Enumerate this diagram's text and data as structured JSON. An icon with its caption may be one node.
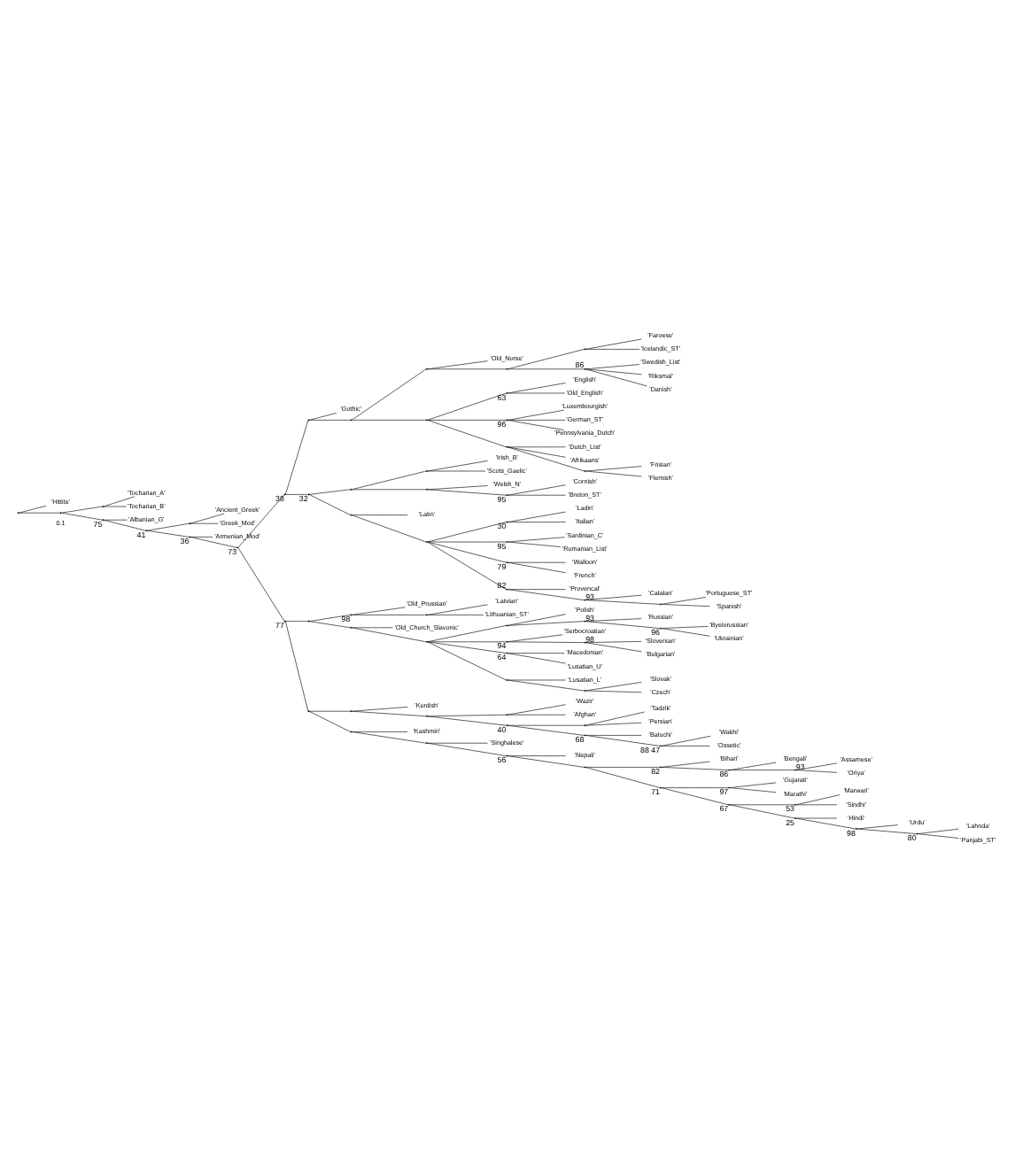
{
  "diagram": {
    "nodes": [
      {
        "text": [],
        "shape": "point"
      },
      {
        "text": [
          "'Hittite'"
        ]
      },
      {
        "text": [],
        "shape": "point"
      },
      {
        "text": [],
        "shape": "point"
      },
      {
        "text": [
          "'Tocharian_A'"
        ]
      },
      {
        "text": [
          "'Tocharian_B'"
        ]
      },
      {
        "text": [],
        "shape": "point",
        "beside": [
          "75"
        ]
      },
      {
        "text": [
          "'Albanian_G'"
        ]
      },
      {
        "text": [],
        "shape": "point",
        "beside": [
          "41"
        ]
      },
      {
        "text": [],
        "shape": "point"
      },
      {
        "text": [
          "'Ancient_Greek'"
        ]
      },
      {
        "text": [
          "'Greek_Mod'"
        ]
      },
      {
        "text": [],
        "shape": "point",
        "beside": [
          "36"
        ]
      },
      {
        "text": [
          "'Armenian_Mod'"
        ]
      },
      {
        "text": [],
        "shape": "point",
        "beside": [
          "73"
        ]
      },
      {
        "text": [],
        "shape": "point",
        "beside": [
          "38"
        ]
      },
      {
        "text": [],
        "shape": "point"
      },
      {
        "text": [
          "'Gothic'"
        ]
      },
      {
        "text": [],
        "shape": "point"
      },
      {
        "text": [],
        "shape": "point"
      },
      {
        "text": [
          "'Old_Norse'"
        ]
      },
      {
        "text": [],
        "shape": "point"
      },
      {
        "text": [],
        "shape": "point"
      },
      {
        "text": [
          "'Faroese'"
        ]
      },
      {
        "text": [
          "'Icelandic_ST'"
        ]
      },
      {
        "text": [],
        "shape": "point",
        "beside": [
          "86"
        ]
      },
      {
        "text": [
          "'Swedish_List'"
        ]
      },
      {
        "text": [
          "'Riksmal'"
        ]
      },
      {
        "text": [
          "'Danish'"
        ]
      },
      {
        "text": [],
        "shape": "point"
      },
      {
        "text": [],
        "shape": "point",
        "beside": [
          "63"
        ]
      },
      {
        "text": [
          "'English'"
        ]
      },
      {
        "text": [
          "'Old_English'"
        ]
      },
      {
        "text": [],
        "shape": "point",
        "beside": [
          "96"
        ]
      },
      {
        "text": [
          "'Luxembourgish'"
        ]
      },
      {
        "text": [
          "'German_ST'"
        ]
      },
      {
        "text": [
          "'Pennsylvania_Dutch'"
        ]
      },
      {
        "text": [],
        "shape": "point"
      },
      {
        "text": [
          "'Dutch_List'"
        ]
      },
      {
        "text": [
          "'Afrikaans'"
        ]
      },
      {
        "text": [],
        "shape": "point"
      },
      {
        "text": [
          "'Frisian'"
        ]
      },
      {
        "text": [
          "'Flemish'"
        ]
      },
      {
        "text": [],
        "shape": "point",
        "beside": [
          "32"
        ]
      },
      {
        "text": [],
        "shape": "point"
      },
      {
        "text": [],
        "shape": "point"
      },
      {
        "text": [
          "'Irish_B'"
        ]
      },
      {
        "text": [
          "'Scots_Gaelic'"
        ]
      },
      {
        "text": [],
        "shape": "point"
      },
      {
        "text": [
          "'Welsh_N'"
        ]
      },
      {
        "text": [],
        "shape": "point",
        "beside": [
          "95"
        ]
      },
      {
        "text": [
          "'Cornish'"
        ]
      },
      {
        "text": [
          "'Breton_ST'"
        ]
      },
      {
        "text": [],
        "shape": "point"
      },
      {
        "text": [
          "'Latin'"
        ]
      },
      {
        "text": [],
        "shape": "point"
      },
      {
        "text": [],
        "shape": "point",
        "beside": [
          "30"
        ]
      },
      {
        "text": [
          "'Ladin'"
        ]
      },
      {
        "text": [
          "'Italian'"
        ]
      },
      {
        "text": [],
        "shape": "point",
        "beside": [
          "95"
        ]
      },
      {
        "text": [
          "'Sardinian_C'"
        ]
      },
      {
        "text": [
          "'Rumanian_List'"
        ]
      },
      {
        "text": [],
        "shape": "point",
        "beside": [
          "79"
        ]
      },
      {
        "text": [
          "'Walloon'"
        ]
      },
      {
        "text": [
          "'French'"
        ]
      },
      {
        "text": [],
        "shape": "point",
        "beside": [
          "82"
        ]
      },
      {
        "text": [
          "'Provencal'"
        ]
      },
      {
        "text": [],
        "shape": "point",
        "beside": [
          "93"
        ]
      },
      {
        "text": [
          "'Catalan'"
        ]
      },
      {
        "text": [],
        "shape": "point"
      },
      {
        "text": [
          "'Portuguese_ST'"
        ]
      },
      {
        "text": [
          "'Spanish'"
        ]
      },
      {
        "text": [],
        "shape": "point",
        "beside": [
          "77"
        ]
      },
      {
        "text": [],
        "shape": "point"
      },
      {
        "text": [],
        "shape": "point",
        "beside": [
          "98"
        ]
      },
      {
        "text": [
          "'Old_Prussian'"
        ]
      },
      {
        "text": [],
        "shape": "point"
      },
      {
        "text": [
          "'Latvian'"
        ]
      },
      {
        "text": [
          "'Lithuanian_ST'"
        ]
      },
      {
        "text": [],
        "shape": "point"
      },
      {
        "text": [
          "'Old_Church_Slavonic'"
        ]
      },
      {
        "text": [],
        "shape": "point"
      },
      {
        "text": [],
        "shape": "point"
      },
      {
        "text": [
          "'Polish'"
        ]
      },
      {
        "text": [],
        "shape": "point",
        "beside": [
          "93"
        ]
      },
      {
        "text": [
          "'Russian'"
        ]
      },
      {
        "text": [],
        "shape": "point",
        "beside": [
          "96"
        ]
      },
      {
        "text": [
          "'Byelorussian'"
        ]
      },
      {
        "text": [
          "'Ukrainian'"
        ]
      },
      {
        "text": [],
        "shape": "point",
        "beside": [
          "94"
        ]
      },
      {
        "text": [
          "'Serbocroatian'"
        ]
      },
      {
        "text": [],
        "shape": "point",
        "beside": [
          "98"
        ]
      },
      {
        "text": [
          "'Slovenian'"
        ]
      },
      {
        "text": [
          "'Bulgarian'"
        ]
      },
      {
        "text": [],
        "shape": "point",
        "beside": [
          "64"
        ]
      },
      {
        "text": [
          "'Macedonian'"
        ]
      },
      {
        "text": [
          "'Lusatian_U'"
        ]
      },
      {
        "text": [],
        "shape": "point"
      },
      {
        "text": [
          "'Lusatian_L'"
        ]
      },
      {
        "text": [],
        "shape": "point"
      },
      {
        "text": [
          "'Slovak'"
        ]
      },
      {
        "text": [
          "'Czech'"
        ]
      },
      {
        "text": [],
        "shape": "point"
      },
      {
        "text": [],
        "shape": "point"
      },
      {
        "text": [
          "'Kurdish'"
        ]
      },
      {
        "text": [],
        "shape": "point"
      },
      {
        "text": [],
        "shape": "point"
      },
      {
        "text": [
          "'Wazir'"
        ]
      },
      {
        "text": [
          "'Afghan'"
        ]
      },
      {
        "text": [],
        "shape": "point",
        "beside": [
          "40"
        ]
      },
      {
        "text": [],
        "shape": "point"
      },
      {
        "text": [
          "'Tadzik'"
        ]
      },
      {
        "text": [
          "'Persian'"
        ]
      },
      {
        "text": [],
        "shape": "point",
        "beside": [
          "68"
        ]
      },
      {
        "text": [
          "'Baluchi'"
        ]
      },
      {
        "text": [],
        "shape": "point",
        "beside": [
          "88",
          "47"
        ]
      },
      {
        "text": [
          "'Wakhi'"
        ]
      },
      {
        "text": [
          "'Ossetic'"
        ]
      },
      {
        "text": [],
        "shape": "point"
      },
      {
        "text": [
          "'Kashmiri'"
        ]
      },
      {
        "text": [],
        "shape": "point"
      },
      {
        "text": [
          "'Singhalese'"
        ]
      },
      {
        "text": [],
        "shape": "point",
        "beside": [
          "56"
        ]
      },
      {
        "text": [
          "'Nepali'"
        ]
      },
      {
        "text": [],
        "shape": "point"
      },
      {
        "text": [],
        "shape": "point",
        "beside": [
          "82"
        ]
      },
      {
        "text": [
          "'Bihari'"
        ]
      },
      {
        "text": [],
        "shape": "point",
        "beside": [
          "86"
        ]
      },
      {
        "text": [
          "'Bengali'"
        ]
      },
      {
        "text": [],
        "shape": "point",
        "beside": [
          "93"
        ]
      },
      {
        "text": [
          "'Assamese'"
        ]
      },
      {
        "text": [
          "'Oriya'"
        ]
      },
      {
        "text": [],
        "shape": "point",
        "beside": [
          "71"
        ]
      },
      {
        "text": [],
        "shape": "point",
        "beside": [
          "97"
        ]
      },
      {
        "text": [
          "'Gujarati'"
        ]
      },
      {
        "text": [
          "'Marathi'"
        ]
      },
      {
        "text": [],
        "shape": "point",
        "beside": [
          "67"
        ]
      },
      {
        "text": [],
        "shape": "point",
        "beside": [
          "53"
        ]
      },
      {
        "text": [
          "'Marwari'"
        ]
      },
      {
        "text": [
          "'Sindhi'"
        ]
      },
      {
        "text": [],
        "shape": "point",
        "beside": [
          "25"
        ]
      },
      {
        "text": [
          "'Hindi'"
        ]
      },
      {
        "text": [],
        "shape": "point",
        "beside": [
          "98"
        ]
      },
      {
        "text": [
          "'Urdu'"
        ]
      },
      {
        "text": [],
        "shape": "point",
        "beside": [
          "80"
        ]
      },
      {
        "text": [
          "'Lahnda'"
        ]
      },
      {
        "text": [
          "'Panjabi_ST'"
        ]
      }
    ],
    "edges": [
      {
        "from": 0,
        "to": 1,
        "arrow": "none"
      },
      {
        "from": 0,
        "to": 2,
        "arrow": "none"
      },
      {
        "from": 2,
        "to": 3,
        "arrow": "none"
      },
      {
        "from": 2,
        "to": 6,
        "arrow": "none"
      },
      {
        "from": 3,
        "to": 4,
        "arrow": "none"
      },
      {
        "from": 3,
        "to": 5,
        "arrow": "none"
      },
      {
        "from": 6,
        "to": 7,
        "arrow": "none"
      },
      {
        "from": 6,
        "to": 8,
        "arrow": "none"
      },
      {
        "from": 8,
        "to": 9,
        "arrow": "none"
      },
      {
        "from": 8,
        "to": 12,
        "arrow": "none"
      },
      {
        "from": 9,
        "to": 10,
        "arrow": "none"
      },
      {
        "from": 9,
        "to": 11,
        "arrow": "none"
      },
      {
        "from": 12,
        "to": 13,
        "arrow": "none"
      },
      {
        "from": 12,
        "to": 14,
        "arrow": "none"
      },
      {
        "from": 14,
        "to": 15,
        "arrow": "none"
      },
      {
        "from": 14,
        "to": 72,
        "arrow": "none"
      },
      {
        "from": 15,
        "to": 16,
        "arrow": "none"
      },
      {
        "from": 15,
        "to": 43,
        "arrow": "none"
      },
      {
        "from": 16,
        "to": 17,
        "arrow": "none"
      },
      {
        "from": 16,
        "to": 18,
        "arrow": "none"
      },
      {
        "from": 18,
        "to": 19,
        "arrow": "none"
      },
      {
        "from": 18,
        "to": 29,
        "arrow": "none"
      },
      {
        "from": 19,
        "to": 20,
        "arrow": "none"
      },
      {
        "from": 19,
        "to": 21,
        "arrow": "none"
      },
      {
        "from": 21,
        "to": 22,
        "arrow": "none"
      },
      {
        "from": 21,
        "to": 25,
        "arrow": "none"
      },
      {
        "from": 22,
        "to": 23,
        "arrow": "none"
      },
      {
        "from": 22,
        "to": 24,
        "arrow": "none"
      },
      {
        "from": 25,
        "to": 26,
        "arrow": "none"
      },
      {
        "from": 25,
        "to": 27,
        "arrow": "none"
      },
      {
        "from": 25,
        "to": 28,
        "arrow": "none"
      },
      {
        "from": 29,
        "to": 30,
        "arrow": "none"
      },
      {
        "from": 29,
        "to": 33,
        "arrow": "none"
      },
      {
        "from": 29,
        "to": 37,
        "arrow": "none"
      },
      {
        "from": 30,
        "to": 31,
        "arrow": "none"
      },
      {
        "from": 30,
        "to": 32,
        "arrow": "none"
      },
      {
        "from": 33,
        "to": 34,
        "arrow": "none"
      },
      {
        "from": 33,
        "to": 35,
        "arrow": "none"
      },
      {
        "from": 33,
        "to": 36,
        "arrow": "none"
      },
      {
        "from": 37,
        "to": 38,
        "arrow": "none"
      },
      {
        "from": 37,
        "to": 39,
        "arrow": "none"
      },
      {
        "from": 37,
        "to": 40,
        "arrow": "none"
      },
      {
        "from": 40,
        "to": 41,
        "arrow": "none"
      },
      {
        "from": 40,
        "to": 42,
        "arrow": "none"
      },
      {
        "from": 43,
        "to": 44,
        "arrow": "none"
      },
      {
        "from": 43,
        "to": 53,
        "arrow": "none"
      },
      {
        "from": 44,
        "to": 45,
        "arrow": "none"
      },
      {
        "from": 44,
        "to": 48,
        "arrow": "none"
      },
      {
        "from": 45,
        "to": 46,
        "arrow": "none"
      },
      {
        "from": 45,
        "to": 47,
        "arrow": "none"
      },
      {
        "from": 48,
        "to": 49,
        "arrow": "none"
      },
      {
        "from": 48,
        "to": 50,
        "arrow": "none"
      },
      {
        "from": 50,
        "to": 51,
        "arrow": "none"
      },
      {
        "from": 50,
        "to": 52,
        "arrow": "none"
      },
      {
        "from": 53,
        "to": 54,
        "arrow": "none"
      },
      {
        "from": 53,
        "to": 55,
        "arrow": "none"
      },
      {
        "from": 55,
        "to": 56,
        "arrow": "none"
      },
      {
        "from": 55,
        "to": 59,
        "arrow": "none"
      },
      {
        "from": 55,
        "to": 62,
        "arrow": "none"
      },
      {
        "from": 55,
        "to": 65,
        "arrow": "none"
      },
      {
        "from": 56,
        "to": 57,
        "arrow": "none"
      },
      {
        "from": 56,
        "to": 58,
        "arrow": "none"
      },
      {
        "from": 59,
        "to": 60,
        "arrow": "none"
      },
      {
        "from": 59,
        "to": 61,
        "arrow": "none"
      },
      {
        "from": 62,
        "to": 63,
        "arrow": "none"
      },
      {
        "from": 62,
        "to": 64,
        "arrow": "none"
      },
      {
        "from": 65,
        "to": 66,
        "arrow": "none"
      },
      {
        "from": 65,
        "to": 67,
        "arrow": "none"
      },
      {
        "from": 67,
        "to": 68,
        "arrow": "none"
      },
      {
        "from": 67,
        "to": 69,
        "arrow": "none"
      },
      {
        "from": 69,
        "to": 70,
        "arrow": "none"
      },
      {
        "from": 69,
        "to": 71,
        "arrow": "none"
      },
      {
        "from": 72,
        "to": 73,
        "arrow": "none"
      },
      {
        "from": 72,
        "to": 102,
        "arrow": "none"
      },
      {
        "from": 73,
        "to": 74,
        "arrow": "none"
      },
      {
        "from": 73,
        "to": 79,
        "arrow": "none"
      },
      {
        "from": 74,
        "to": 75,
        "arrow": "none"
      },
      {
        "from": 74,
        "to": 76,
        "arrow": "none"
      },
      {
        "from": 76,
        "to": 77,
        "arrow": "none"
      },
      {
        "from": 76,
        "to": 78,
        "arrow": "none"
      },
      {
        "from": 79,
        "to": 80,
        "arrow": "none"
      },
      {
        "from": 79,
        "to": 81,
        "arrow": "none"
      },
      {
        "from": 81,
        "to": 82,
        "arrow": "none"
      },
      {
        "from": 81,
        "to": 89,
        "arrow": "none"
      },
      {
        "from": 81,
        "to": 94,
        "arrow": "none"
      },
      {
        "from": 81,
        "to": 97,
        "arrow": "none"
      },
      {
        "from": 82,
        "to": 83,
        "arrow": "none"
      },
      {
        "from": 82,
        "to": 84,
        "arrow": "none"
      },
      {
        "from": 84,
        "to": 85,
        "arrow": "none"
      },
      {
        "from": 84,
        "to": 86,
        "arrow": "none"
      },
      {
        "from": 86,
        "to": 87,
        "arrow": "none"
      },
      {
        "from": 86,
        "to": 88,
        "arrow": "none"
      },
      {
        "from": 89,
        "to": 90,
        "arrow": "none"
      },
      {
        "from": 89,
        "to": 91,
        "arrow": "none"
      },
      {
        "from": 91,
        "to": 92,
        "arrow": "none"
      },
      {
        "from": 91,
        "to": 93,
        "arrow": "none"
      },
      {
        "from": 94,
        "to": 95,
        "arrow": "none"
      },
      {
        "from": 94,
        "to": 96,
        "arrow": "none"
      },
      {
        "from": 97,
        "to": 98,
        "arrow": "none"
      },
      {
        "from": 97,
        "to": 99,
        "arrow": "none"
      },
      {
        "from": 99,
        "to": 100,
        "arrow": "none"
      },
      {
        "from": 99,
        "to": 101,
        "arrow": "none"
      },
      {
        "from": 102,
        "to": 103,
        "arrow": "none"
      },
      {
        "from": 102,
        "to": 118,
        "arrow": "none"
      },
      {
        "from": 103,
        "to": 104,
        "arrow": "none"
      },
      {
        "from": 103,
        "to": 105,
        "arrow": "none"
      },
      {
        "from": 105,
        "to": 106,
        "arrow": "none"
      },
      {
        "from": 105,
        "to": 109,
        "arrow": "none"
      },
      {
        "from": 106,
        "to": 107,
        "arrow": "none"
      },
      {
        "from": 106,
        "to": 108,
        "arrow": "none"
      },
      {
        "from": 109,
        "to": 110,
        "arrow": "none"
      },
      {
        "from": 109,
        "to": 113,
        "arrow": "none"
      },
      {
        "from": 110,
        "to": 111,
        "arrow": "none"
      },
      {
        "from": 110,
        "to": 112,
        "arrow": "none"
      },
      {
        "from": 113,
        "to": 114,
        "arrow": "none"
      },
      {
        "from": 113,
        "to": 115,
        "arrow": "none"
      },
      {
        "from": 115,
        "to": 116,
        "arrow": "none"
      },
      {
        "from": 115,
        "to": 117,
        "arrow": "none"
      },
      {
        "from": 118,
        "to": 119,
        "arrow": "none"
      },
      {
        "from": 118,
        "to": 120,
        "arrow": "none"
      },
      {
        "from": 120,
        "to": 121,
        "arrow": "none"
      },
      {
        "from": 120,
        "to": 122,
        "arrow": "none"
      },
      {
        "from": 122,
        "to": 123,
        "arrow": "none"
      },
      {
        "from": 122,
        "to": 124,
        "arrow": "none"
      },
      {
        "from": 124,
        "to": 125,
        "arrow": "none"
      },
      {
        "from": 124,
        "to": 132,
        "arrow": "none"
      },
      {
        "from": 125,
        "to": 126,
        "arrow": "none"
      },
      {
        "from": 125,
        "to": 127,
        "arrow": "none"
      },
      {
        "from": 127,
        "to": 128,
        "arrow": "none"
      },
      {
        "from": 127,
        "to": 129,
        "arrow": "none"
      },
      {
        "from": 129,
        "to": 130,
        "arrow": "none"
      },
      {
        "from": 129,
        "to": 131,
        "arrow": "none"
      },
      {
        "from": 132,
        "to": 133,
        "arrow": "none"
      },
      {
        "from": 132,
        "to": 136,
        "arrow": "none"
      },
      {
        "from": 133,
        "to": 134,
        "arrow": "none"
      },
      {
        "from": 133,
        "to": 135,
        "arrow": "none"
      },
      {
        "from": 136,
        "to": 137,
        "arrow": "none"
      },
      {
        "from": 136,
        "to": 140,
        "arrow": "none"
      },
      {
        "from": 137,
        "to": 138,
        "arrow": "none"
      },
      {
        "from": 137,
        "to": 139,
        "arrow": "none"
      },
      {
        "from": 140,
        "to": 141,
        "arrow": "none"
      },
      {
        "from": 140,
        "to": 142,
        "arrow": "none"
      },
      {
        "from": 142,
        "to": 143,
        "arrow": "none"
      },
      {
        "from": 142,
        "to": 144,
        "arrow": "none"
      },
      {
        "from": 144,
        "to": 145,
        "arrow": "none"
      },
      {
        "from": 144,
        "to": 146,
        "arrow": "none"
      }
    ],
    "labels": [
      "0.1"
    ]
  }
}
